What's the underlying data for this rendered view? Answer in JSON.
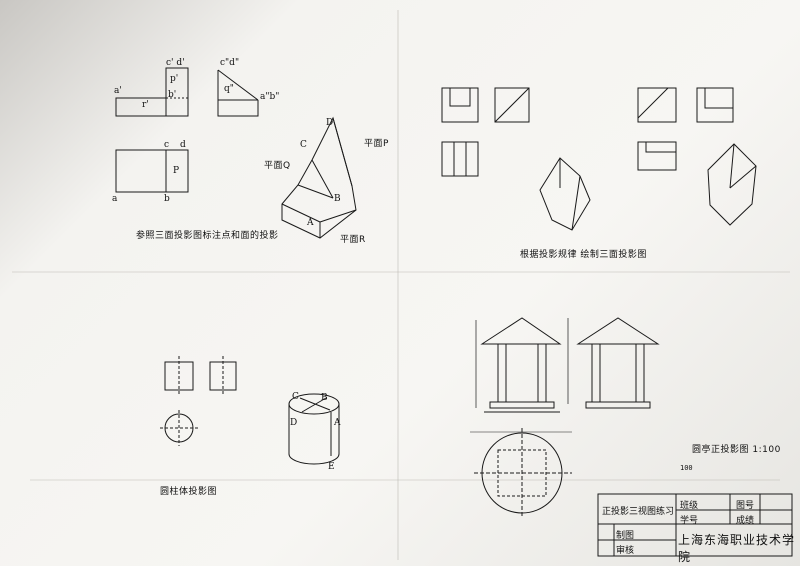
{
  "captions": {
    "three_view_points": "参照三面投影图标注点和面的投影",
    "draw_three_views": "根据投影规律  绘制三面投影图",
    "cylinder": "圆柱体投影图",
    "pavilion": "圆亭正投影图 1:100"
  },
  "labels": {
    "a_prime": "a'",
    "r_prime": "r'",
    "p_prime": "p'",
    "b_prime": "b'",
    "cd_prime": "c' d'",
    "cd_double": "c\"d\"",
    "q_double": "q\"",
    "ab_double": "a\"b\"",
    "a": "a",
    "b": "b",
    "c": "c",
    "d": "d",
    "p": "P",
    "plane_q": "平面Q",
    "plane_p": "平面P",
    "plane_r": "平面R",
    "pt_A": "A",
    "pt_B": "B",
    "pt_C": "C",
    "pt_D": "D",
    "cyl_A": "A",
    "cyl_B": "B",
    "cyl_C": "C",
    "cyl_D": "D",
    "cyl_E": "E",
    "dim_100": "100"
  },
  "title_block": {
    "drawing_name": "正投影三视图练习",
    "class_label": "班级",
    "number_label": "学号",
    "drawing_no_label": "图号",
    "score_label": "成绩",
    "drawn_label": "制图",
    "review_label": "审核",
    "school": "上海东海职业技术学院"
  }
}
